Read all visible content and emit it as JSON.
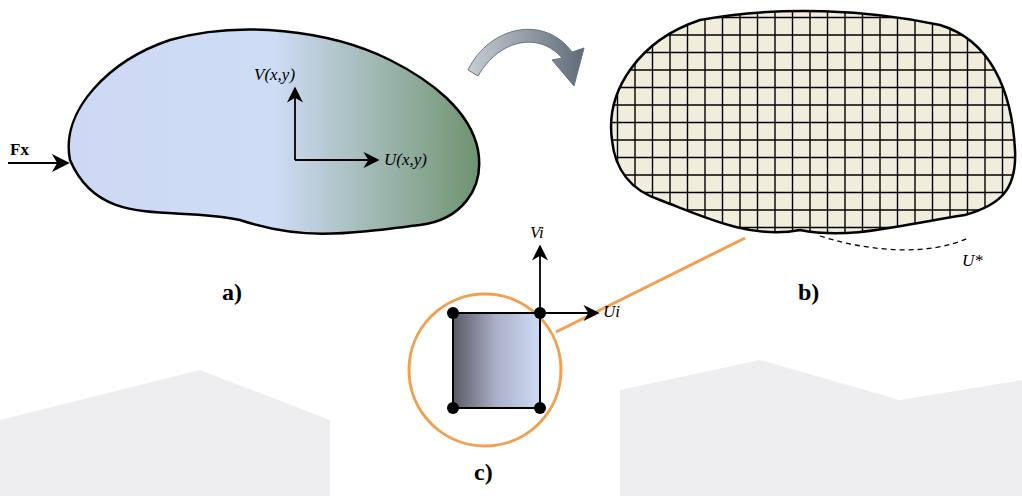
{
  "diagram": {
    "labels": [
      "Fx",
      "V(x,y)",
      "U(x,y)",
      "a)",
      "b)",
      "U*",
      "Vi",
      "Ui",
      "c)"
    ]
  }
}
